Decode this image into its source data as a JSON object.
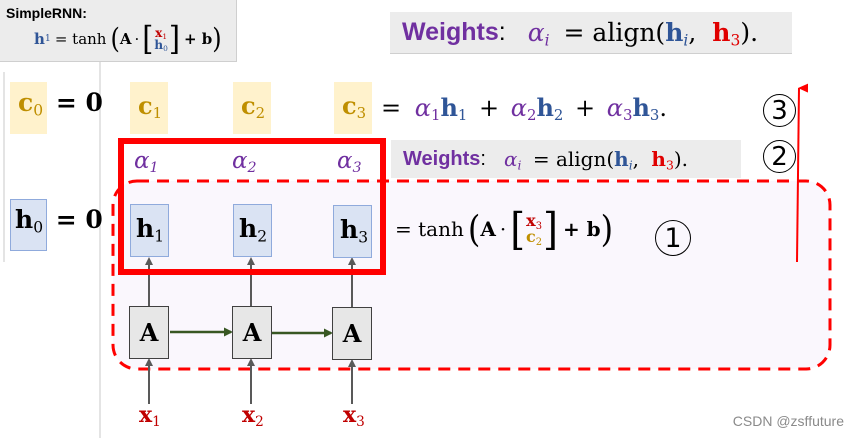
{
  "simple_rnn_box": {
    "title": "SimpleRNN:",
    "lhs": "h",
    "lhs_sub": "1",
    "eq": "= tanh",
    "A": "A",
    "dot": "·",
    "x": "x",
    "x_sub": "1",
    "h": "h",
    "h_sub": "0",
    "plus_b": "+ b"
  },
  "weights_top": {
    "label": "Weights",
    "colon": ":",
    "alpha": "α",
    "alpha_sub": "i",
    "eq": "= align(",
    "h_i": "h",
    "h_i_sub": "i",
    "comma": ",",
    "h_3": "h",
    "h_3_sub": "3",
    "close": ")."
  },
  "left_column": {
    "c0": "c",
    "c0_sub": "0",
    "c0_val": "= 0",
    "h0": "h",
    "h0_sub": "0",
    "h0_val": "= 0"
  },
  "context_row": {
    "c": [
      {
        "sym": "c",
        "sub": "1"
      },
      {
        "sym": "c",
        "sub": "2"
      },
      {
        "sym": "c",
        "sub": "3"
      }
    ],
    "equation": {
      "eq": "=",
      "terms": [
        {
          "alpha": "α",
          "alpha_sub": "1",
          "h": "h",
          "h_sub": "1",
          "op": "+"
        },
        {
          "alpha": "α",
          "alpha_sub": "2",
          "h": "h",
          "h_sub": "2",
          "op": "+"
        },
        {
          "alpha": "α",
          "alpha_sub": "3",
          "h": "h",
          "h_sub": "3",
          "op": "."
        }
      ]
    },
    "step_label": "3"
  },
  "alpha_row": {
    "alphas": [
      {
        "sym": "α",
        "sub": "1"
      },
      {
        "sym": "α",
        "sub": "2"
      },
      {
        "sym": "α",
        "sub": "3"
      }
    ],
    "weights": {
      "label": "Weights",
      "colon": ":",
      "alpha": "α",
      "alpha_sub": "i",
      "eq": "= align(",
      "h_i": "h",
      "h_i_sub": "i",
      "comma": ",",
      "h_3": "h",
      "h_3_sub": "3",
      "close": ")."
    },
    "step_label": "2"
  },
  "hidden_row": {
    "h": [
      {
        "sym": "h",
        "sub": "1"
      },
      {
        "sym": "h",
        "sub": "2"
      },
      {
        "sym": "h",
        "sub": "3"
      }
    ],
    "equation": {
      "eq": "= tanh",
      "A": "A",
      "dot": "·",
      "x": "x",
      "x_sub": "3",
      "c": "c",
      "c_sub": "2",
      "plus_b": "+ b"
    },
    "step_label": "1"
  },
  "cells": [
    {
      "label": "A"
    },
    {
      "label": "A"
    },
    {
      "label": "A"
    }
  ],
  "inputs": [
    {
      "sym": "x",
      "sub": "1"
    },
    {
      "sym": "x",
      "sub": "2"
    },
    {
      "sym": "x",
      "sub": "3"
    }
  ],
  "colors": {
    "highlight_red": "#ff0000",
    "dashed_red": "#ff0000",
    "gold": "#bf8f00",
    "blue": "#2f5597",
    "purple": "#7030a0",
    "arrow_green": "#385723",
    "arrow_gray": "#595959"
  },
  "watermark": "CSDN @zsffuture"
}
